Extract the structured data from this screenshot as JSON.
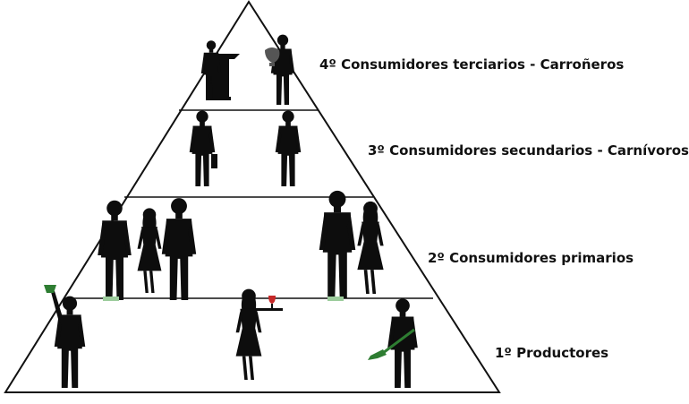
{
  "pyramid": {
    "levels": [
      {
        "label": "4º Consumidores terciarios - Carroñeros"
      },
      {
        "label": "3º Consumidores secundarios - Carnívoros"
      },
      {
        "label": "2º Consumidores primarios"
      },
      {
        "label": "1º Productores"
      }
    ]
  },
  "colors": {
    "line": "#111111",
    "silhouette": "#0d0d0d",
    "accent_green": "#2e7d32",
    "accent_red": "#c62828",
    "background": "#ffffff"
  },
  "icons": [
    "person-silhouette",
    "podium-icon",
    "trophy-icon",
    "briefcase-icon",
    "shovel-icon",
    "wine-glass-icon",
    "glass-icon"
  ]
}
